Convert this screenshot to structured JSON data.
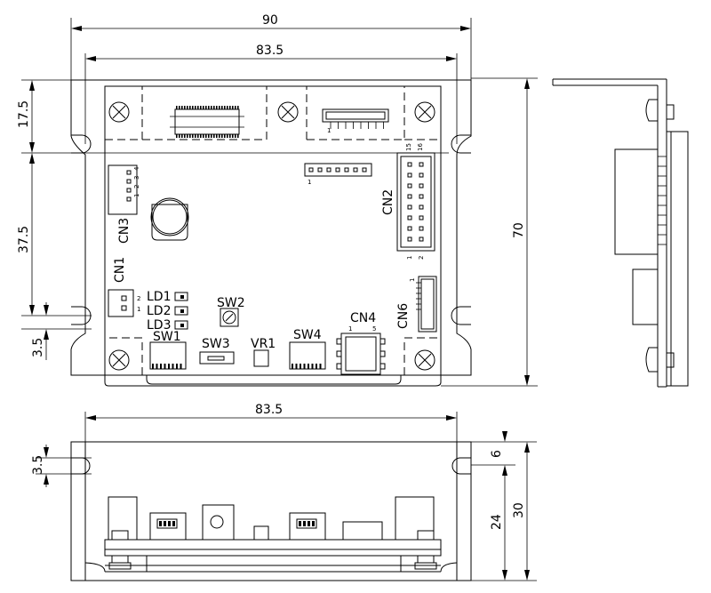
{
  "dimensions": {
    "top_width_overall": "90",
    "top_width_holes": "83.5",
    "top_height_upper": "17.5",
    "top_height_mid": "37.5",
    "top_height_lower": "3.5",
    "top_height_overall": "70",
    "bottom_width_holes": "83.5",
    "bottom_slot": "3.5",
    "bottom_height_upper": "6",
    "bottom_height_lower": "24",
    "bottom_height_overall": "30"
  },
  "components": {
    "cn1": "CN1",
    "cn2": "CN2",
    "cn3": "CN3",
    "cn4": "CN4",
    "cn6": "CN6",
    "sw1": "SW1",
    "sw2": "SW2",
    "sw3": "SW3",
    "sw4": "SW4",
    "vr1": "VR1",
    "ld1": "LD1",
    "ld2": "LD2",
    "ld3": "LD3"
  },
  "pin_numbers": {
    "cn3_1": "1",
    "cn3_2": "2",
    "cn3_3": "3",
    "cn3_4": "4",
    "cn1_1": "1",
    "cn1_2": "2",
    "cn2_1": "1",
    "cn2_2": "2",
    "cn2_15": "15",
    "cn2_16": "16",
    "cn4_1": "1",
    "cn4_5": "5",
    "cn6_1": "1",
    "top_conn_1": "1",
    "mid_conn_1": "1"
  }
}
